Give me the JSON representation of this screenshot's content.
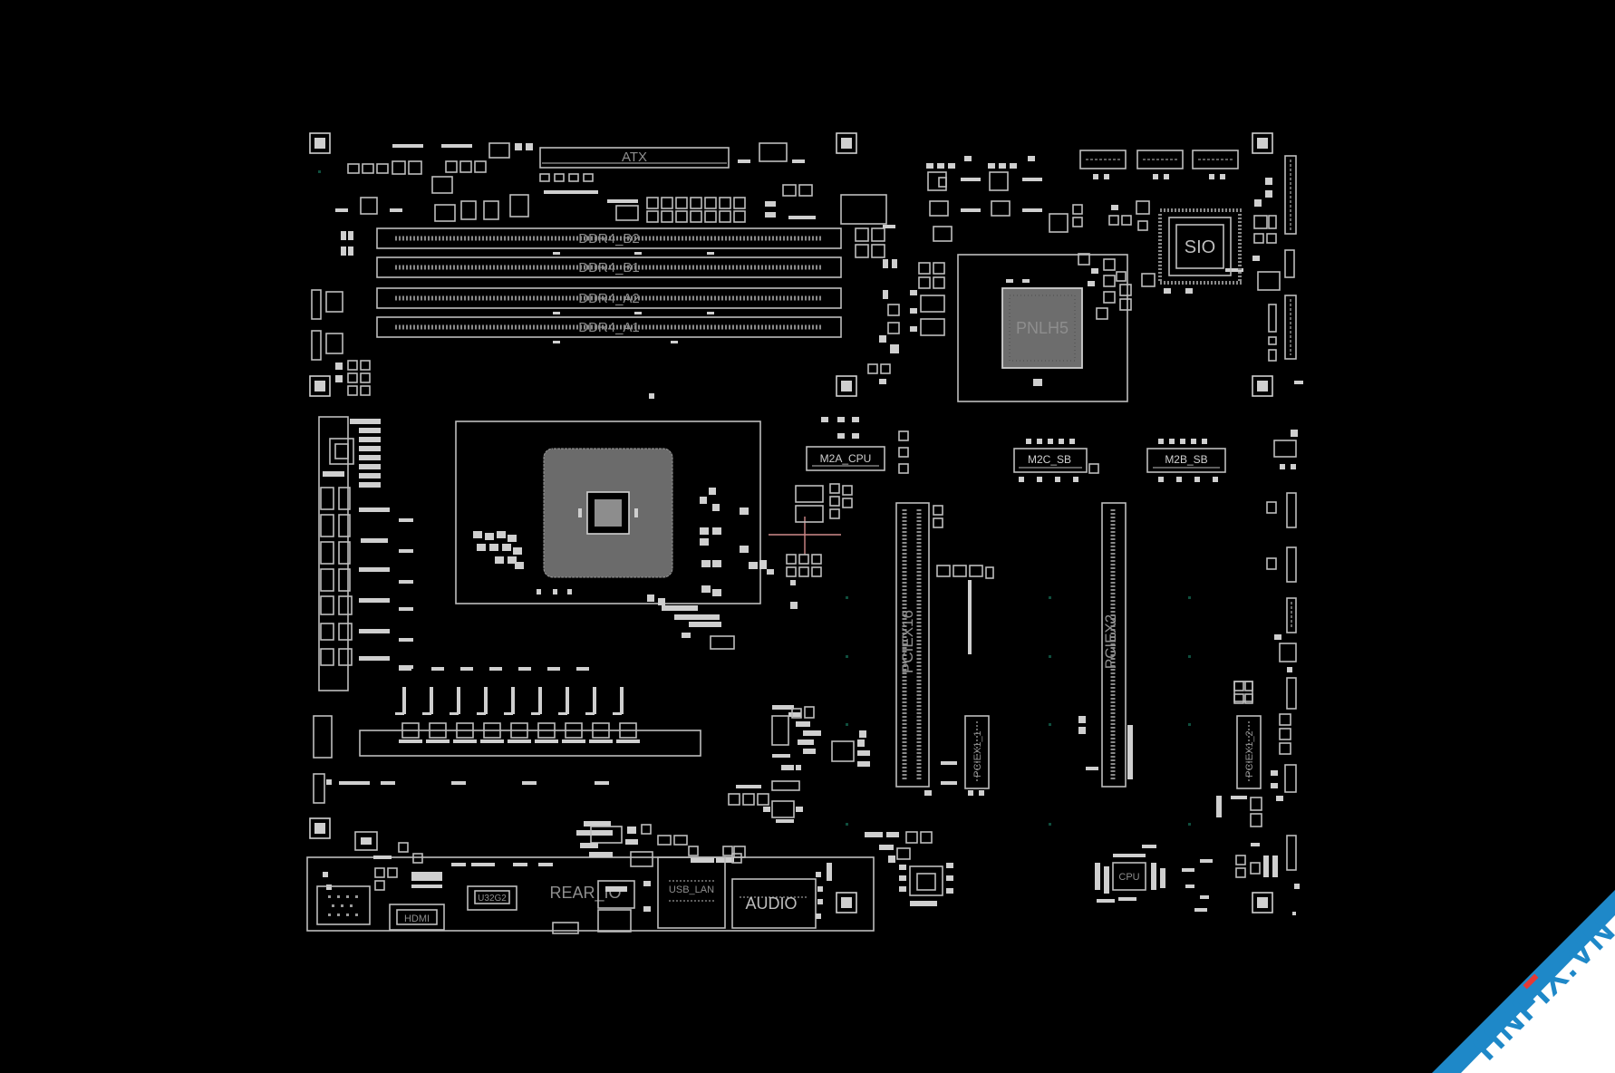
{
  "colors": {
    "background": "#000000",
    "outline": "#bdbdbd",
    "label_text": "#8e8e8e",
    "crosshair": "#d08a8a",
    "watermark_band": "#1e88c8",
    "watermark_accent": "#e53935"
  },
  "components": {
    "atx": "ATX",
    "ddr_slots": [
      "DDR4_B2",
      "DDR4_B1",
      "DDR4_A2",
      "DDR4_A1"
    ],
    "pch": "PNLH5",
    "sio": "SIO",
    "m2a": "M2A_CPU",
    "m2c": "M2C_SB",
    "m2b": "M2B_SB",
    "pcie_x16": "PCIEX16",
    "pcie_x2": "PCIEX2",
    "pcie_x1_a": "PCIEX1_1",
    "pcie_x1_b": "PCIEX1_2",
    "rear_io": "REAR_IO",
    "hdmi": "HDMI",
    "usb_lan": "USB_LAN",
    "audio": "AUDIO",
    "usb32": "U32G2",
    "cpu_fan": "CPU"
  },
  "watermark": {
    "text": "HNFIX.VN"
  }
}
